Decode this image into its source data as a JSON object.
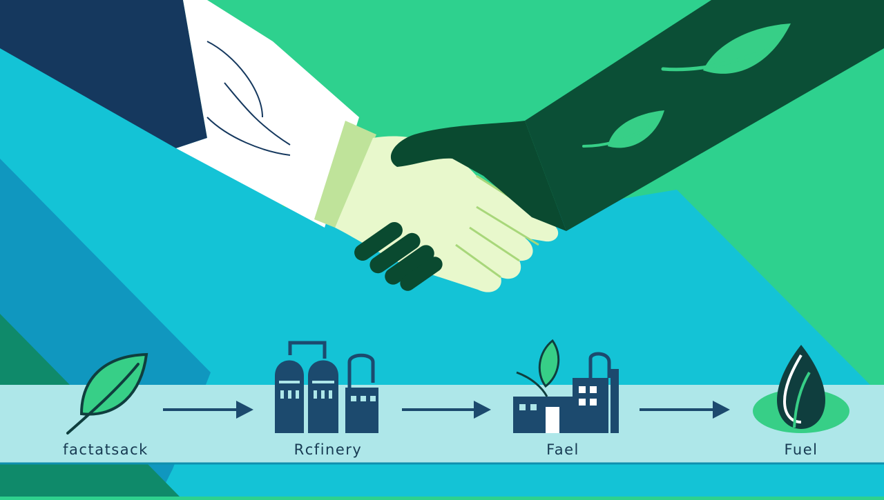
{
  "colors": {
    "green_bg": "#2ed18e",
    "teal": "#14c3d6",
    "blue_layer": "#1097bf",
    "navy": "#15385e",
    "sleeve_dark": "#0b4f36",
    "hand_dark": "#0a4a30",
    "hand_light": "#e8f8cc",
    "leaf_green": "#37cf87",
    "band": "#aee7e9",
    "icon_navy": "#1c4a6e"
  },
  "icons": {
    "feedstock": "leaf-icon",
    "refinery": "refinery-icon",
    "plant": "factory-leaf-icon",
    "fuel": "fuel-drop-icon",
    "arrow": "arrow-right-icon",
    "handshake": "handshake-illustration"
  },
  "flow": {
    "steps": [
      {
        "label": "factatsack"
      },
      {
        "label": "Rcfinery"
      },
      {
        "label": "Fael"
      },
      {
        "label": "Fuel"
      }
    ]
  }
}
